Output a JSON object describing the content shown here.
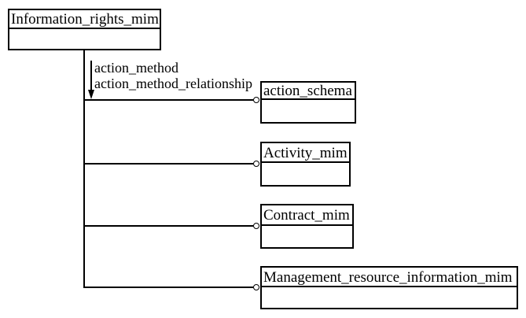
{
  "diagram": {
    "root_schema": {
      "label": "Information_rights_mim"
    },
    "relationship": {
      "labels": [
        "action_method",
        "action_method_relationship"
      ]
    },
    "referenced_schemas": [
      {
        "label": "action_schema"
      },
      {
        "label": "Activity_mim"
      },
      {
        "label": "Contract_mim"
      },
      {
        "label": "Management_resource_information_mim"
      }
    ],
    "colors": {
      "line": "#000000",
      "background": "#ffffff",
      "text": "#000000"
    }
  }
}
